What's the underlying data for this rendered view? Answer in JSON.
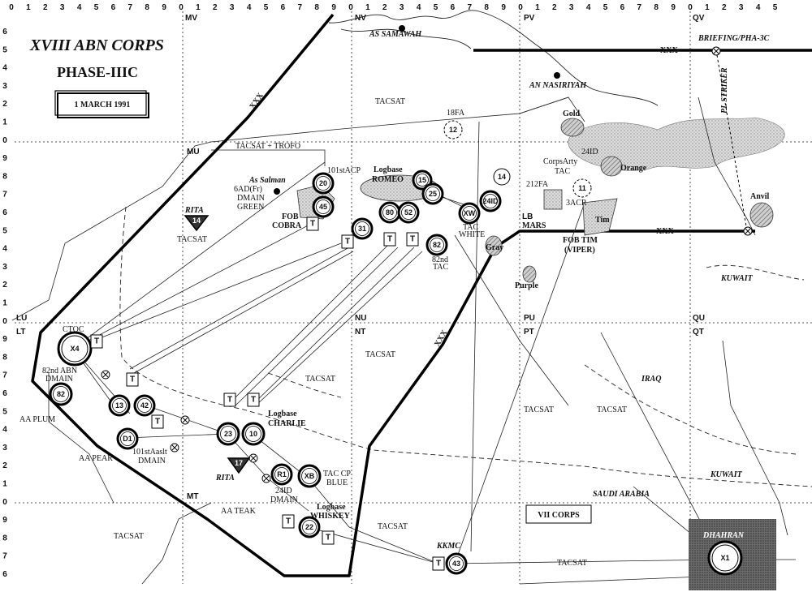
{
  "scale": {
    "top": [
      "0",
      "1",
      "2",
      "3",
      "4",
      "5",
      "6",
      "7",
      "8",
      "9",
      "0",
      "1",
      "2",
      "3",
      "4",
      "5",
      "6",
      "7",
      "8",
      "9",
      "0",
      "1",
      "2",
      "3",
      "4",
      "5",
      "6",
      "7",
      "8",
      "9",
      "0",
      "1",
      "2",
      "3",
      "4",
      "5",
      "6",
      "7",
      "8",
      "9",
      "0",
      "1",
      "2",
      "3",
      "4",
      "5"
    ],
    "left": [
      "6",
      "5",
      "4",
      "3",
      "2",
      "1",
      "0",
      "9",
      "8",
      "7",
      "6",
      "5",
      "4",
      "3",
      "2",
      "1",
      "0",
      "9",
      "8",
      "7",
      "6",
      "5",
      "4",
      "3",
      "2",
      "1",
      "0",
      "9",
      "8",
      "7",
      "6"
    ]
  },
  "title": {
    "line1": "XVIII ABN CORPS",
    "line2": "PHASE-IIIC",
    "date": "1 MARCH 1991"
  },
  "grid_zones": {
    "mv": "MV",
    "nv": "NV",
    "pv": "PV",
    "qv": "QV",
    "mu": "MU",
    "lu": "LU",
    "lt": "LT",
    "nu": "NU",
    "nt": "NT",
    "pu": "PU",
    "pt": "PT",
    "qu": "QU",
    "qt": "QT",
    "mt": "MT",
    "lb": "LB"
  },
  "places": {
    "as_samawah": "AS SAMAWAH",
    "an_nasiriyah": "AN NASIRIYAH",
    "as_salman": "As Salman",
    "kuwait_1": "KUWAIT",
    "kuwait_2": "KUWAIT",
    "iraq": "IRAQ",
    "saudi_arabia": "SAUDI ARABIA",
    "dhahran": "DHAHRAN",
    "briefing": "BRIEFING/PHA-3C",
    "pl_striker": "PL STRIKER",
    "vii_corps": "VII CORPS",
    "kkmc": "KKMC"
  },
  "objectives": {
    "gold": "Gold",
    "orange": "Orange",
    "anvil": "Anvil",
    "gray": "Gray",
    "purple": "Purple",
    "tim": "Tim"
  },
  "labels": {
    "tacsat_top": "TACSAT",
    "tacsat_trofo": "TACSAT + TROFO",
    "tacsat_left": "TACSAT",
    "tacsat_mid1": "TACSAT",
    "tacsat_mid2": "TACSAT",
    "tacsat_right1": "TACSAT",
    "tacsat_right2": "TACSAT",
    "tacsat_low": "TACSAT",
    "tacsat_bl": "TACSAT",
    "tacsat_bottom": "TACSAT",
    "fa18": "18FA",
    "ad24": "24ID",
    "corpsarty": "CorpsArty",
    "tac": "TAC",
    "fa212": "212FA",
    "acr3": "3ACR",
    "acp101": "101stACP",
    "ad6_1": "6AD(Fr)",
    "ad6_2": "DMAIN",
    "ad6_3": "GREEN",
    "logbase": "Logbase",
    "romeo": "ROMEO",
    "fob": "FOB",
    "cobra": "COBRA",
    "tac_white_1": "TAC",
    "tac_white_2": "WHITE",
    "mars": "MARS",
    "fob_tim": "FOB TIM",
    "viper": "(VIPER)",
    "tac82_1": "82nd",
    "tac82_2": "TAC",
    "rita_1": "RITA",
    "rita_2": "RITA",
    "ctoc": "CTOC",
    "dmain82_1": "82nd ABN",
    "dmain82_2": "DMAIN",
    "aa_plum": "AA PLUM",
    "aa_pear": "AA PEAR",
    "aa_teak": "AA TEAK",
    "dmain101_1": "101stAaslt",
    "dmain101_2": "DMAIN",
    "charlie_1": "Logbase",
    "charlie_2": "CHARLIE",
    "taccp_1": "TAC CP",
    "taccp_2": "BLUE",
    "dmain24_1": "24ID",
    "dmain24_2": "DMAIN",
    "whiskey_1": "Logbase",
    "whiskey_2": "WHISKEY",
    "xxx1": "XXX",
    "xxx2": "XXX",
    "xxx3": "XXX"
  },
  "units": {
    "u20": "20",
    "u45": "45",
    "u15": "15",
    "u25": "25",
    "u31": "31",
    "u80": "80",
    "u52": "52",
    "u82a": "82",
    "xw": "XW",
    "id24": "24ID",
    "u14": "14",
    "u12": "12",
    "u11": "11",
    "x4": "X4",
    "u82b": "82",
    "u13": "13",
    "u42": "42",
    "d1": "D1",
    "u23": "23",
    "u10": "10",
    "r1": "R1",
    "xb": "XB",
    "u22": "22",
    "u43": "43",
    "x1": "X1",
    "tri14": "14",
    "tri17": "17"
  },
  "tsq": {
    "t1": "T",
    "t2": "T",
    "t3": "T",
    "t4": "T",
    "t5": "T",
    "t6": "T",
    "t7": "T",
    "t8": "T",
    "t9": "T",
    "t10": "T",
    "t11": "T",
    "t12": "T",
    "t13": "T"
  }
}
